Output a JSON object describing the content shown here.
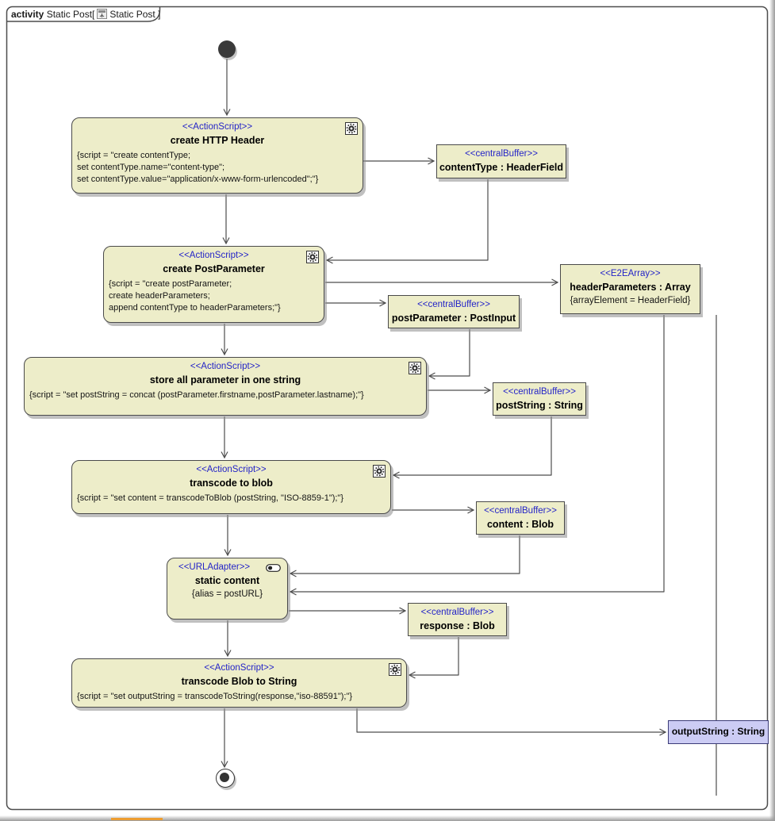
{
  "frame": {
    "keyword": "activity",
    "pre_icon": "Static Post[",
    "post_icon": "Static Post ]"
  },
  "colors": {
    "node_fill": "#EDEDC9",
    "node_border": "#4a4a4a",
    "stereotype_text": "#2323C8",
    "edge": "#4d4d4d",
    "object_node_fill": "#CCCCF4"
  },
  "nodes": {
    "initial": {
      "kind": "initial-node"
    },
    "create_http_header": {
      "stereotype": "<<ActionScript>>",
      "name": "create HTTP Header",
      "script_lines": [
        "{script = \"create contentType;",
        "set contentType.name=\"content-type\";",
        "set contentType.value=\"application/x-www-form-urlencoded\";\"}"
      ]
    },
    "content_type_buffer": {
      "stereotype": "<<centralBuffer>>",
      "name": "contentType : HeaderField"
    },
    "create_post_parameter": {
      "stereotype": "<<ActionScript>>",
      "name": "create PostParameter",
      "script_lines": [
        "{script = \"create postParameter;",
        "create headerParameters;",
        "append contentType to headerParameters;\"}"
      ]
    },
    "header_parameters_array": {
      "stereotype": "<<E2EArray>>",
      "name": "headerParameters : Array",
      "constraint": "{arrayElement = HeaderField}"
    },
    "post_parameter_buffer": {
      "stereotype": "<<centralBuffer>>",
      "name": "postParameter : PostInput"
    },
    "store_all_parameter": {
      "stereotype": "<<ActionScript>>",
      "name": "store all parameter in one string",
      "script_lines": [
        "{script = \"set postString = concat (postParameter.firstname,postParameter.lastname);\"}"
      ]
    },
    "post_string_buffer": {
      "stereotype": "<<centralBuffer>>",
      "name": "postString : String"
    },
    "transcode_to_blob": {
      "stereotype": "<<ActionScript>>",
      "name": "transcode to blob",
      "script_lines": [
        "{script = \"set content = transcodeToBlob (postString, \"ISO-8859-1\");\"}"
      ]
    },
    "content_buffer": {
      "stereotype": "<<centralBuffer>>",
      "name": "content : Blob"
    },
    "static_content": {
      "stereotype": "<<URLAdapter>>",
      "name": "static content",
      "constraint": "{alias = postURL}"
    },
    "response_buffer": {
      "stereotype": "<<centralBuffer>>",
      "name": "response : Blob"
    },
    "transcode_blob_to_string": {
      "stereotype": "<<ActionScript>>",
      "name": "transcode Blob to String",
      "script_lines": [
        "{script = \"set outputString = transcodeToString(response,\"iso-88591\");\"}"
      ]
    },
    "output_string": {
      "name": "outputString : String"
    },
    "final": {
      "kind": "activity-final-node"
    }
  },
  "edges": [
    {
      "from": "initial",
      "to": "create_http_header"
    },
    {
      "from": "create_http_header",
      "to": "content_type_buffer"
    },
    {
      "from": "create_http_header",
      "to": "create_post_parameter"
    },
    {
      "from": "content_type_buffer",
      "to": "create_post_parameter"
    },
    {
      "from": "create_post_parameter",
      "to": "header_parameters_array"
    },
    {
      "from": "create_post_parameter",
      "to": "post_parameter_buffer"
    },
    {
      "from": "create_post_parameter",
      "to": "store_all_parameter"
    },
    {
      "from": "post_parameter_buffer",
      "to": "store_all_parameter"
    },
    {
      "from": "store_all_parameter",
      "to": "post_string_buffer"
    },
    {
      "from": "store_all_parameter",
      "to": "transcode_to_blob"
    },
    {
      "from": "post_string_buffer",
      "to": "transcode_to_blob"
    },
    {
      "from": "transcode_to_blob",
      "to": "content_buffer"
    },
    {
      "from": "content_buffer",
      "to": "static_content"
    },
    {
      "from": "header_parameters_array",
      "to": "static_content"
    },
    {
      "from": "transcode_to_blob",
      "to": "static_content"
    },
    {
      "from": "static_content",
      "to": "response_buffer"
    },
    {
      "from": "static_content",
      "to": "transcode_blob_to_string"
    },
    {
      "from": "response_buffer",
      "to": "transcode_blob_to_string"
    },
    {
      "from": "transcode_blob_to_string",
      "to": "final"
    },
    {
      "from": "transcode_blob_to_string",
      "to": "output_string"
    }
  ]
}
